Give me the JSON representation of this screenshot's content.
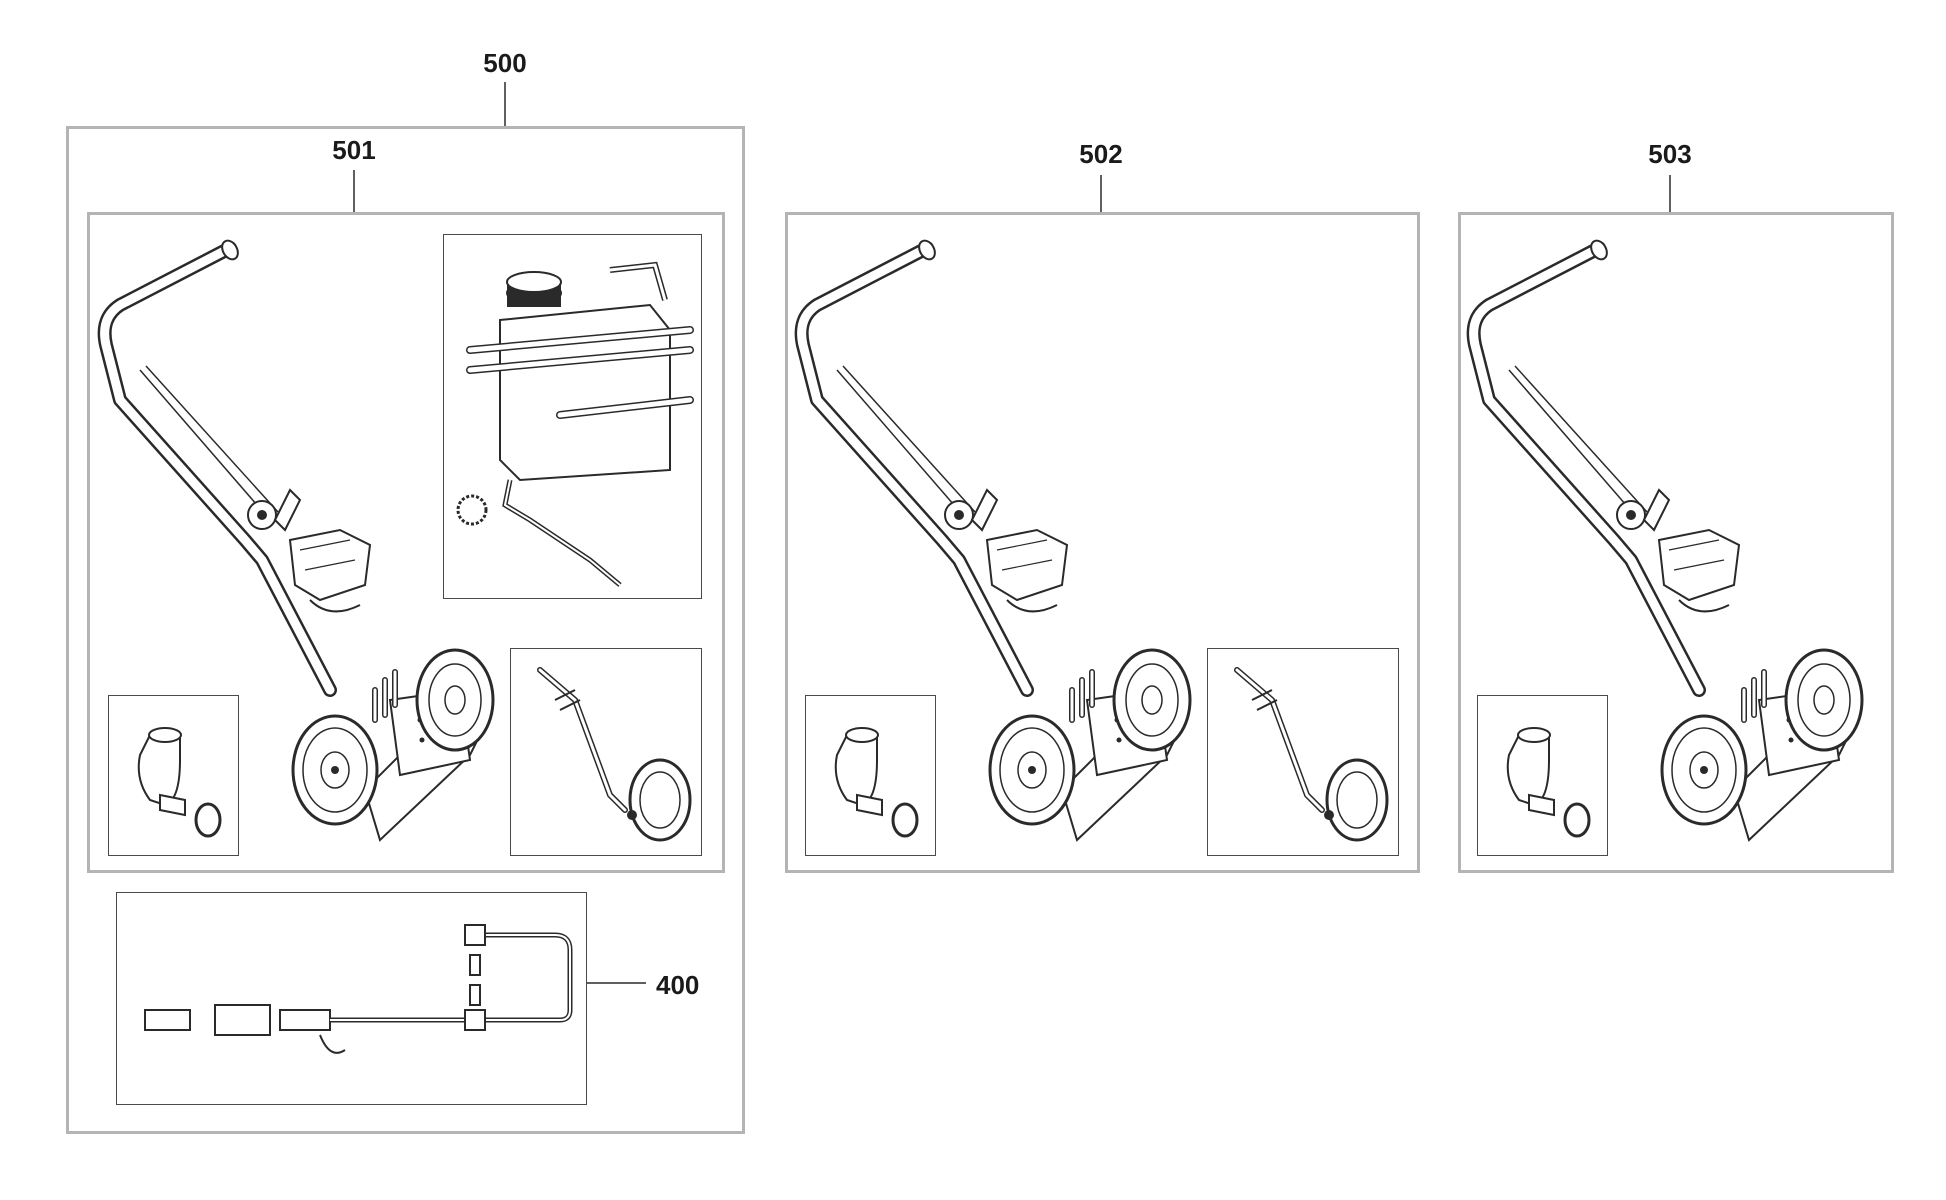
{
  "labels": {
    "l500": "500",
    "l501": "501",
    "l502": "502",
    "l503": "503",
    "l400": "400"
  },
  "colors": {
    "outer_border": "#b4b4b4",
    "inner_border": "#4a4a4a",
    "line_art": "#2a2a2a",
    "label_text": "#1a1a1a"
  },
  "icons": [
    "trolley-icon",
    "water-tank-icon",
    "elbow-fitting-icon",
    "o-ring-icon",
    "wheel-kit-icon",
    "hose-assembly-icon"
  ]
}
